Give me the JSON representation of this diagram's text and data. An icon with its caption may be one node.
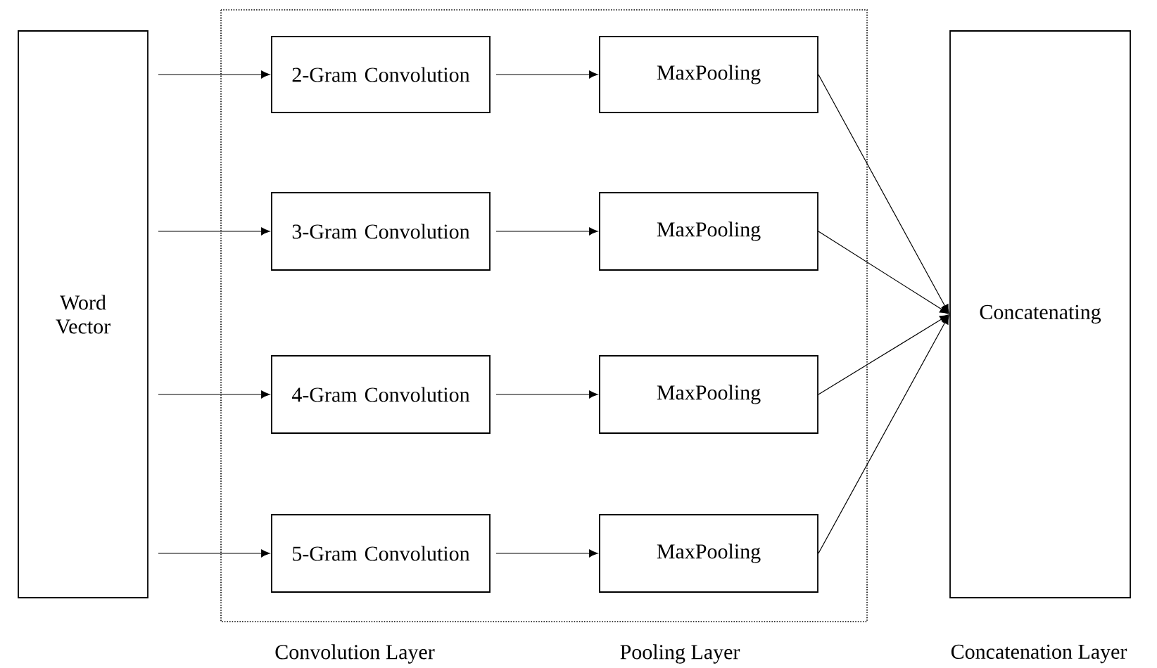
{
  "diagram": {
    "nodes": [
      {
        "text": [
          "Word Vector"
        ]
      },
      {
        "text": [
          "2-Gram Convolution"
        ]
      },
      {
        "text": [
          "MaxPooling"
        ]
      },
      {
        "text": [
          "3-Gram Convolution"
        ]
      },
      {
        "text": [
          "MaxPooling"
        ]
      },
      {
        "text": [
          "4-Gram Convolution"
        ]
      },
      {
        "text": [
          "MaxPooling"
        ]
      },
      {
        "text": [
          "5-Gram Convolution"
        ]
      },
      {
        "text": [
          "MaxPooling"
        ]
      },
      {
        "text": [
          "Concatenating"
        ]
      }
    ],
    "edges": [
      {
        "from": 0,
        "to": 1,
        "arrow": "to"
      },
      {
        "from": 0,
        "to": 3,
        "arrow": "to"
      },
      {
        "from": 0,
        "to": 5,
        "arrow": "to"
      },
      {
        "from": 0,
        "to": 7,
        "arrow": "to"
      },
      {
        "from": 1,
        "to": 2,
        "arrow": "to"
      },
      {
        "from": 3,
        "to": 4,
        "arrow": "to"
      },
      {
        "from": 5,
        "to": 6,
        "arrow": "to"
      },
      {
        "from": 7,
        "to": 8,
        "arrow": "to"
      },
      {
        "from": 2,
        "to": 9,
        "arrow": "to"
      },
      {
        "from": 4,
        "to": 9,
        "arrow": "to"
      },
      {
        "from": 6,
        "to": 9,
        "arrow": "to"
      },
      {
        "from": 8,
        "to": 9,
        "arrow": "to"
      }
    ],
    "labels": [
      "Convolution Layer",
      "Pooling Layer",
      "Concatenation Layer"
    ]
  }
}
